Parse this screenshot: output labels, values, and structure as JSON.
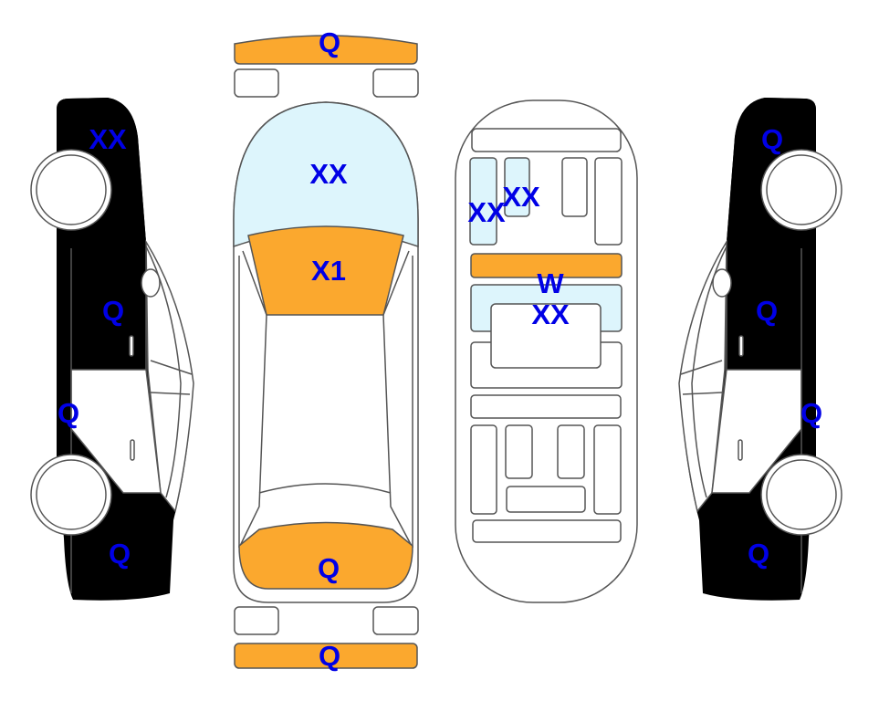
{
  "colors": {
    "damage_orange": "#FBA82E",
    "damage_blue": "#DDF5FC",
    "label": "#0000E6"
  },
  "left_side": {
    "front_upper": "XX",
    "door_front": "Q",
    "sill": "Q",
    "rear": "Q"
  },
  "top_view": {
    "front_bumper": "Q",
    "hood": "XX",
    "windshield": "X1",
    "trunk": "Q",
    "rear_bumper": "Q"
  },
  "interior": {
    "seat_left_a": "XX",
    "seat_left_b": "XX",
    "dashboard_bar": "W",
    "front_floor": "XX"
  },
  "right_side": {
    "front_upper": "Q",
    "door_front": "Q",
    "sill": "Q",
    "rear": "Q"
  }
}
